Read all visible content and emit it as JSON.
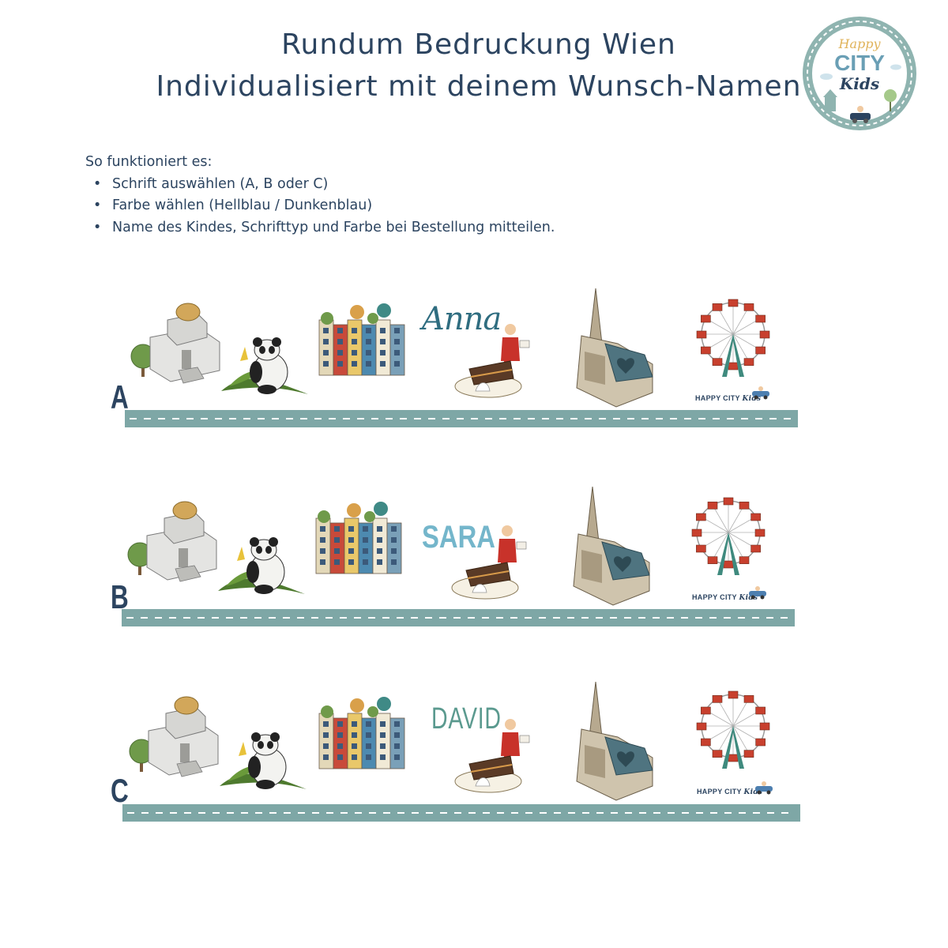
{
  "header": {
    "line1": "Rundum Bedruckung Wien",
    "line2": "Individualisiert mit deinem Wunsch-Namen"
  },
  "logo": {
    "line1": "Happy",
    "line2": "CITY",
    "line3": "Kids"
  },
  "instructions": {
    "heading": "So funktioniert es:",
    "steps": [
      "Schrift auswählen (A, B oder C)",
      "Farbe wählen (Hellblau / Dunkenblau)",
      "Name des Kindes, Schrifttyp und Farbe bei Bestellung mitteilen."
    ]
  },
  "rows": [
    {
      "letter": "A",
      "name": "Anna",
      "brand_main": "HAPPY CITY",
      "brand_script": "Kids"
    },
    {
      "letter": "B",
      "name": "SARA",
      "brand_main": "HAPPY CITY",
      "brand_script": "Kids"
    },
    {
      "letter": "C",
      "name": "DAVID",
      "brand_main": "HAPPY CITY",
      "brand_script": "Kids"
    }
  ],
  "colors": {
    "text": "#2c4460",
    "road": "#7ea7a6",
    "name_a": "#2f6d80",
    "name_b": "#74b6cb",
    "name_c": "#5b9a8f"
  },
  "icons": [
    "secession-building-icon",
    "tree-icon",
    "panda-icon",
    "hundertwasserhaus-icon",
    "mozart-icon",
    "sachertorte-icon",
    "stephansdom-icon",
    "ferris-wheel-icon",
    "car-icon"
  ]
}
